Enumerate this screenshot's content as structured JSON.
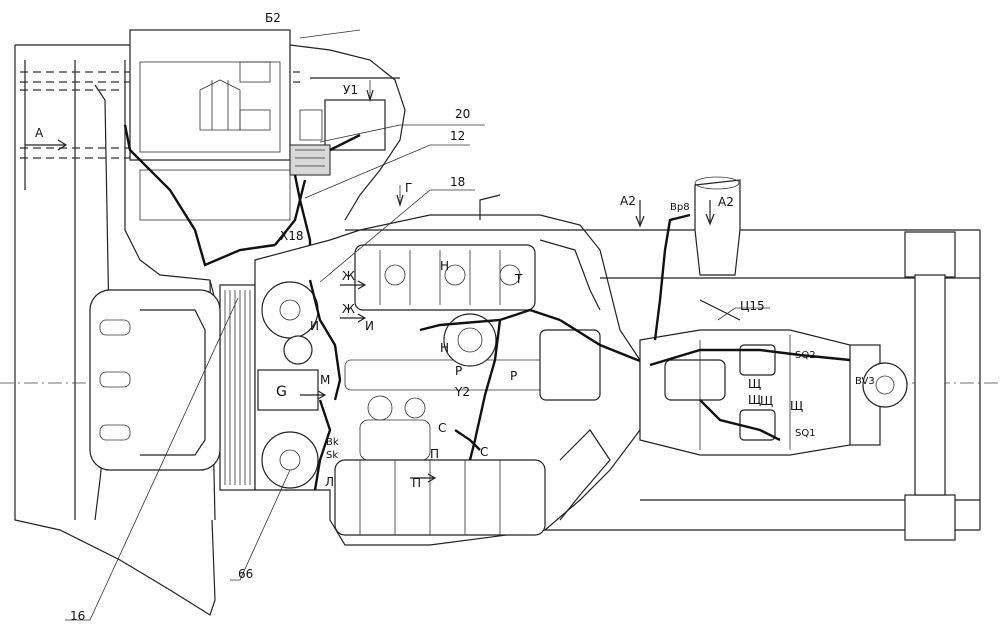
{
  "callouts": {
    "b2": "Б2",
    "n20": "20",
    "n12": "12",
    "n18": "18",
    "n16": "16",
    "n66": "66",
    "x18": "X18",
    "a2_left": "A2",
    "a2_right": "A2",
    "vr8": "Вр8",
    "ts15": "Ц15",
    "sq2": "SQ2",
    "sq1": "SQ1",
    "bv3": "BV3",
    "g": "G",
    "m": "M",
    "y2": "Y2",
    "bk": "Bk",
    "sk": "Sk"
  },
  "views": {
    "a": "A",
    "u1": "У1",
    "g": "Г",
    "zh1": "Ж",
    "zh2": "Ж",
    "i1": "И",
    "i2": "И",
    "n1": "Н",
    "n2": "Н",
    "t": "Т",
    "r1": "Р",
    "r2": "Р",
    "s1": "С",
    "s2": "С",
    "p1": "П",
    "p2": "П",
    "l": "Л",
    "shch1": "Щ",
    "shch2": "Щ",
    "shch3": "Щ",
    "shch4": "Щ"
  },
  "colors": {
    "line": "#222222",
    "background": "#ffffff"
  }
}
